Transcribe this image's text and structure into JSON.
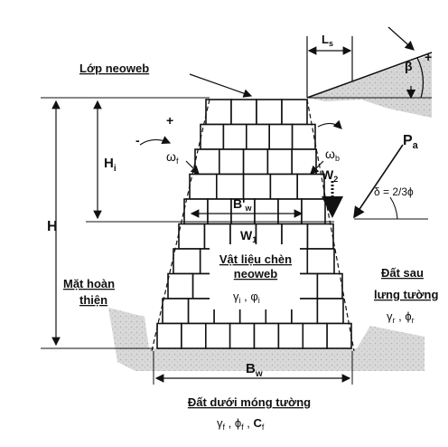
{
  "labels": {
    "lop_neoweb": "Lớp neoweb",
    "ls": "L",
    "ls_sub": "s",
    "beta": "β",
    "plus_top": "+",
    "plus_left": "+",
    "minus_left": "-",
    "minus_right": "-",
    "hi": "H",
    "hi_sub": "i",
    "h": "H",
    "omega_f": "ω",
    "omega_f_sub": "f",
    "omega_b": "ω",
    "omega_b_sub": "b",
    "w2": "W",
    "w2_sub": "2",
    "pa": "P",
    "pa_sub": "a",
    "delta": "δ = 2/3ϕ",
    "bw_prime": "B'",
    "bw_prime_sub": "w",
    "w1": "W",
    "w1_sub": "1",
    "vat_lieu_1": "Vật liệu chèn",
    "vat_lieu_2": "neoweb",
    "gamma_i_phi_i": "γ",
    "gamma_i_sub": "i",
    "phi_i": "φ",
    "phi_i_sub": "i",
    "mat_hoan_1": "Mặt hoàn",
    "mat_hoan_2": "thiện",
    "dat_sau_1": "Đất sau",
    "dat_sau_2": "lưng tường",
    "gamma_r": "γ",
    "gamma_r_sub": "r",
    "phi_r": "ϕ",
    "phi_r_sub": "r",
    "bw": "B",
    "bw_sub": "w",
    "dat_duoi": "Đất dưới móng tường",
    "gamma_f": "γ",
    "gamma_f_sub": "f",
    "phi_f": "ϕ",
    "phi_f_sub": "f",
    "c_f": "C",
    "c_f_sub": "f"
  }
}
